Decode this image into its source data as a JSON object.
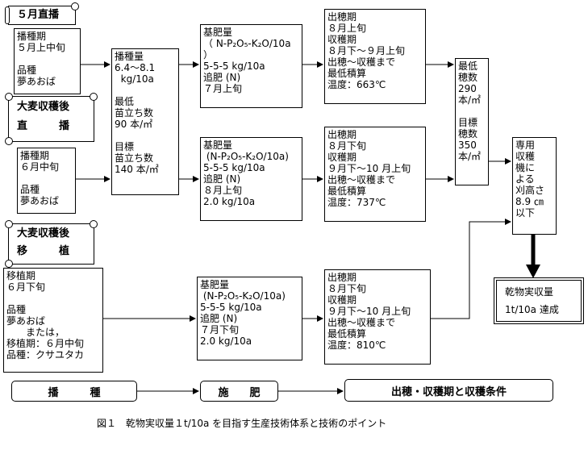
{
  "title": "図１　乾物実収量１t/10a を目指す生産技術体系と技術のポイント",
  "labels": {
    "may_direct": "５月直播",
    "barley_direct_1": "大麦収穫後",
    "barley_direct_2": "直　　　播",
    "barley_transplant_1": "大麦収穫後",
    "barley_transplant_2": "移　　　植"
  },
  "sowing": {
    "may": "播種期\n５月上中旬\n\n品種\n夢あおば",
    "june": "播種期\n６月中旬\n\n品種\n夢あおば",
    "transplant": "移植期\n６月下旬\n\n品種\n夢あおば\n　　または，\n移植期：６月中旬\n品種：クサユタカ",
    "rate": "播種量\n6.4～8.1\n  kg/10a\n\n最低\n苗立ち数\n90 本/㎡\n\n目標\n苗立ち数\n140 本/㎡"
  },
  "fertilizer": {
    "may": "基肥量\n（ N-P₂O₅-K₂O/10a\n）\n5-5-5 kg/10a\n追肥 (N)\n７月上旬",
    "june": "基肥量\n (N-P₂O₅-K₂O/10a)\n5-5-5 kg/10a\n追肥 (N)\n８月上旬\n2.0 kg/10a",
    "transplant": "基肥量\n (N-P₂O₅-K₂O/10a)\n5-5-5 kg/10a\n追肥 (N)\n７月下旬\n2.0 kg/10a"
  },
  "heading": {
    "may": "出穂期\n８月上旬\n収穫期\n８月下～９月上旬\n出穂～収穫まで\n最低積算\n温度：663℃",
    "june": "出穂期\n８月下旬\n収穫期\n９月下～10 月上旬\n出穂～収穫まで\n最低積算\n温度：737℃",
    "transplant": "出穂期\n８月下旬\n収穫期\n９月下～10 月上旬\n出穂～収穫まで\n最低積算\n温度：810℃"
  },
  "ears": "最低\n穂数\n290\n本/㎡\n\n目標\n穂数\n350\n本/㎡",
  "harvester": "専用\n収穫\n機に\nよる\n刈高さ\n8.9 ㎝\n以下",
  "result": {
    "line1": "乾物実収量",
    "line2": "1t/10a 達成"
  },
  "stages": [
    "播　　　種",
    "施　　肥",
    "出穂・収穫期と収穫条件"
  ]
}
